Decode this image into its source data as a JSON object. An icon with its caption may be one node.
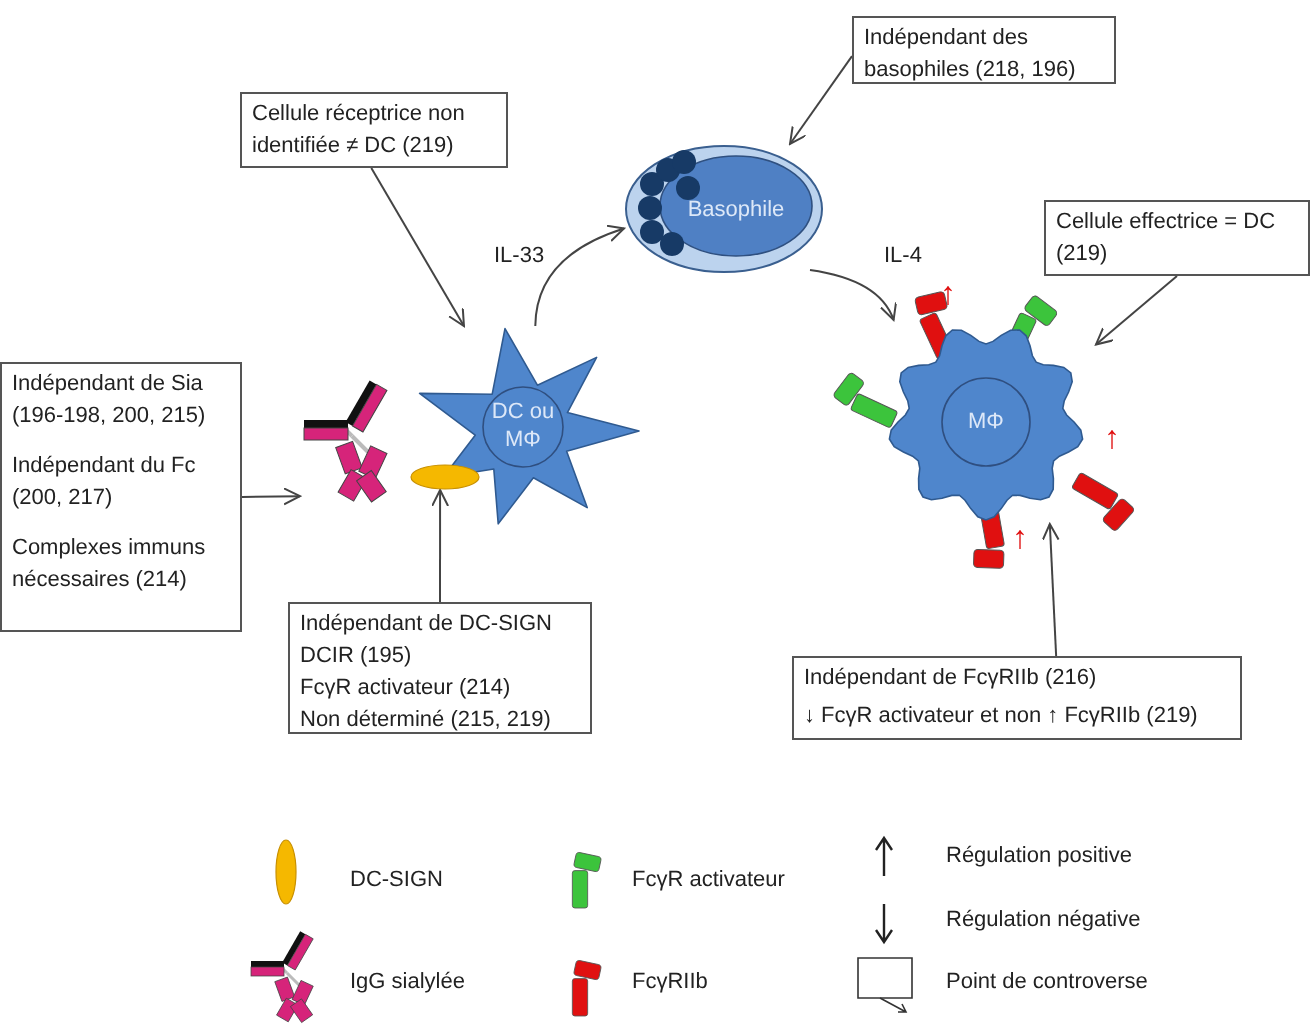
{
  "diagram": {
    "nodes": [
      {
        "text": [
          "Cellule réceptrice non identifiée ≠ DC (219)"
        ]
      },
      {
        "text": [
          "Indépendant des basophiles (218, 196)"
        ]
      },
      {
        "text": [
          "Basophile"
        ]
      },
      {
        "text": [
          "Cellule effectrice = DC (219)"
        ]
      },
      {
        "text": [
          "Indépendant de Sia (196-198, 200, 215)",
          "Indépendant du Fc (200, 217)",
          "Complexes immuns nécessaires (214)"
        ]
      },
      {
        "text": [
          "DC ou MΦ"
        ]
      },
      {
        "text": [],
        "shape": "antibody"
      },
      {
        "text": [],
        "shape": "ellipse"
      },
      {
        "text": [
          "Indépendant de DC-SIGN",
          "DCIR (195)",
          "FcγR activateur (214)",
          "Non déterminé (215, 219)"
        ]
      },
      {
        "text": [
          "MΦ"
        ]
      },
      {
        "text": [
          "Indépendant de FcγRIIb (216)",
          "↓ FcγR activateur et non ↑ FcγRIIb (219)"
        ]
      }
    ],
    "edges": [
      {
        "from": 0,
        "to": 5,
        "arrow": "to"
      },
      {
        "from": 1,
        "to": 2,
        "arrow": "to"
      },
      {
        "from": 5,
        "to": 2,
        "arrow": "to",
        "label": "IL-33"
      },
      {
        "from": 2,
        "to": 9,
        "arrow": "to",
        "label": "IL-4"
      },
      {
        "from": 3,
        "to": 9,
        "arrow": "to"
      },
      {
        "from": 4,
        "to": 6,
        "arrow": "to"
      },
      {
        "from": 8,
        "to": 7,
        "arrow": "to"
      },
      {
        "from": 10,
        "to": 9,
        "arrow": "to"
      }
    ],
    "labels": [
      "↑",
      "↑",
      "↑"
    ],
    "legend": [
      {
        "text": "DC-SIGN"
      },
      {
        "text": "FcγR activateur"
      },
      {
        "text": "Régulation positive"
      },
      {
        "text": "Régulation négative"
      },
      {
        "text": "IgG sialylée"
      },
      {
        "text": "FcγRIIb"
      },
      {
        "text": "Point de controverse"
      }
    ]
  }
}
